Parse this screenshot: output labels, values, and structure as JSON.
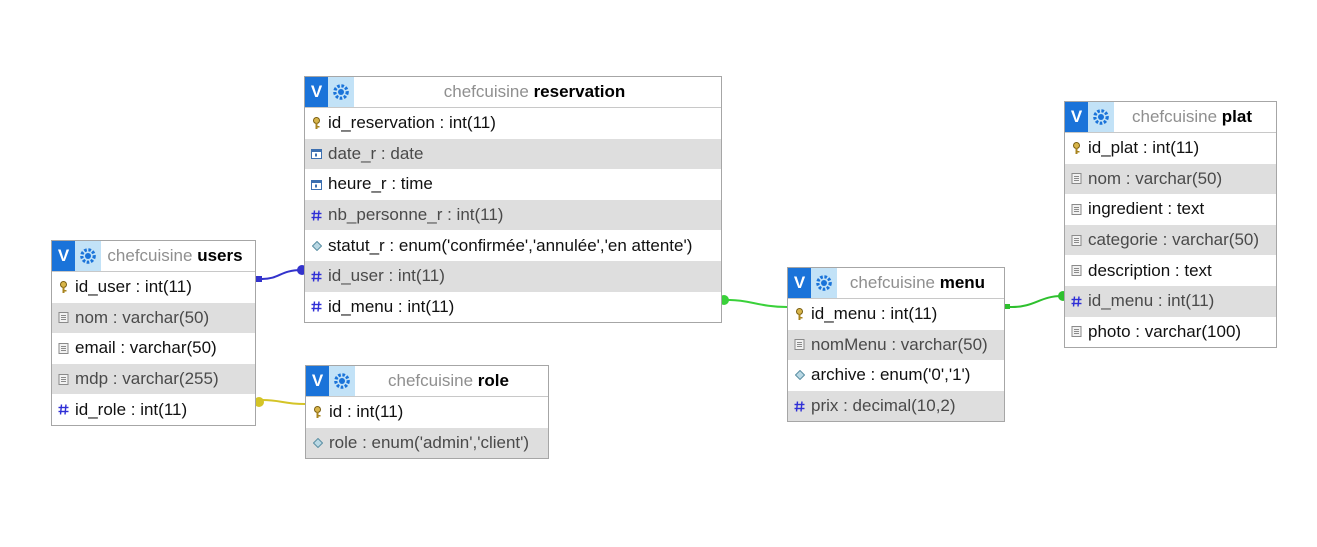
{
  "db_name": "chefcuisine",
  "colors": {
    "rel_users_reservation": "#3333cc",
    "rel_users_role": "#d4c427",
    "rel_reservation_menu": "#3ad13a",
    "rel_menu_plat": "#2ec02e",
    "header_btn": "#1a73d9",
    "header_gear_bg": "#c2e2f7",
    "alt_row": "#dedede"
  },
  "buttons": {
    "toggle_label": "V"
  },
  "tables": {
    "reservation": {
      "name": "reservation",
      "columns": [
        {
          "text": "id_reservation : int(11)",
          "icon": "key-icon"
        },
        {
          "text": "date_r : date",
          "icon": "date-icon"
        },
        {
          "text": "heure_r : time",
          "icon": "time-icon"
        },
        {
          "text": "nb_personne_r : int(11)",
          "icon": "number-icon"
        },
        {
          "text": "statut_r : enum('confirmée','annulée','en attente')",
          "icon": "enum-icon"
        },
        {
          "text": "id_user : int(11)",
          "icon": "number-icon"
        },
        {
          "text": "id_menu : int(11)",
          "icon": "number-icon"
        }
      ]
    },
    "users": {
      "name": "users",
      "columns": [
        {
          "text": "id_user : int(11)",
          "icon": "key-icon"
        },
        {
          "text": "nom : varchar(50)",
          "icon": "text-icon"
        },
        {
          "text": "email : varchar(50)",
          "icon": "text-icon"
        },
        {
          "text": "mdp : varchar(255)",
          "icon": "text-icon"
        },
        {
          "text": "id_role : int(11)",
          "icon": "number-icon"
        }
      ]
    },
    "role": {
      "name": "role",
      "columns": [
        {
          "text": "id : int(11)",
          "icon": "key-icon"
        },
        {
          "text": "role : enum('admin','client')",
          "icon": "enum-icon"
        }
      ]
    },
    "menu": {
      "name": "menu",
      "columns": [
        {
          "text": "id_menu : int(11)",
          "icon": "key-icon"
        },
        {
          "text": "nomMenu : varchar(50)",
          "icon": "text-icon"
        },
        {
          "text": "archive : enum('0','1')",
          "icon": "enum-icon"
        },
        {
          "text": "prix : decimal(10,2)",
          "icon": "number-icon"
        }
      ]
    },
    "plat": {
      "name": "plat",
      "columns": [
        {
          "text": "id_plat : int(11)",
          "icon": "key-icon"
        },
        {
          "text": "nom : varchar(50)",
          "icon": "text-icon"
        },
        {
          "text": "ingredient : text",
          "icon": "text-icon"
        },
        {
          "text": "categorie : varchar(50)",
          "icon": "text-icon"
        },
        {
          "text": "description : text",
          "icon": "text-icon"
        },
        {
          "text": "id_menu : int(11)",
          "icon": "number-icon"
        },
        {
          "text": "photo : varchar(100)",
          "icon": "text-icon"
        }
      ]
    }
  }
}
